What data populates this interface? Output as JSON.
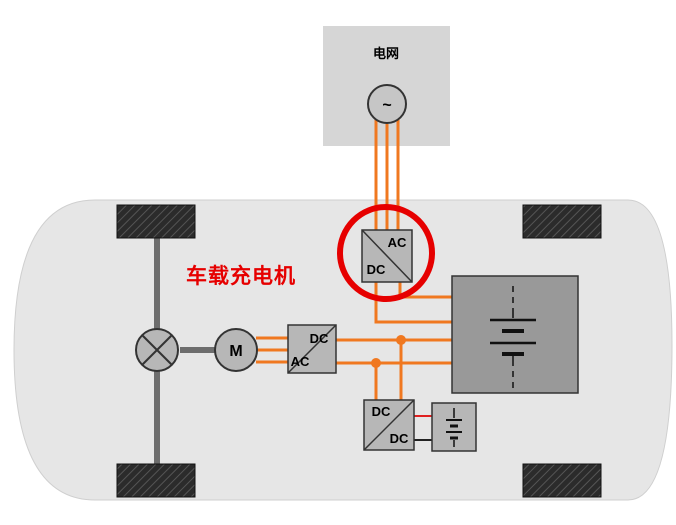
{
  "grid": {
    "label": "电网",
    "source_symbol": "~"
  },
  "onboard_charger": {
    "label": "车载充电机",
    "top": "AC",
    "bottom": "DC",
    "highlight_color": "#e60000"
  },
  "motor": {
    "label": "M"
  },
  "inverter": {
    "top": "DC",
    "bottom": "AC"
  },
  "dcdc": {
    "top": "DC",
    "bottom": "DC"
  },
  "colors": {
    "wire": "#f07820",
    "body": "#e6e6e6",
    "box": "#d0d0d0",
    "dark_box": "#999999",
    "wheel": "#2a2a2a",
    "shaft": "#6d6d6d"
  }
}
